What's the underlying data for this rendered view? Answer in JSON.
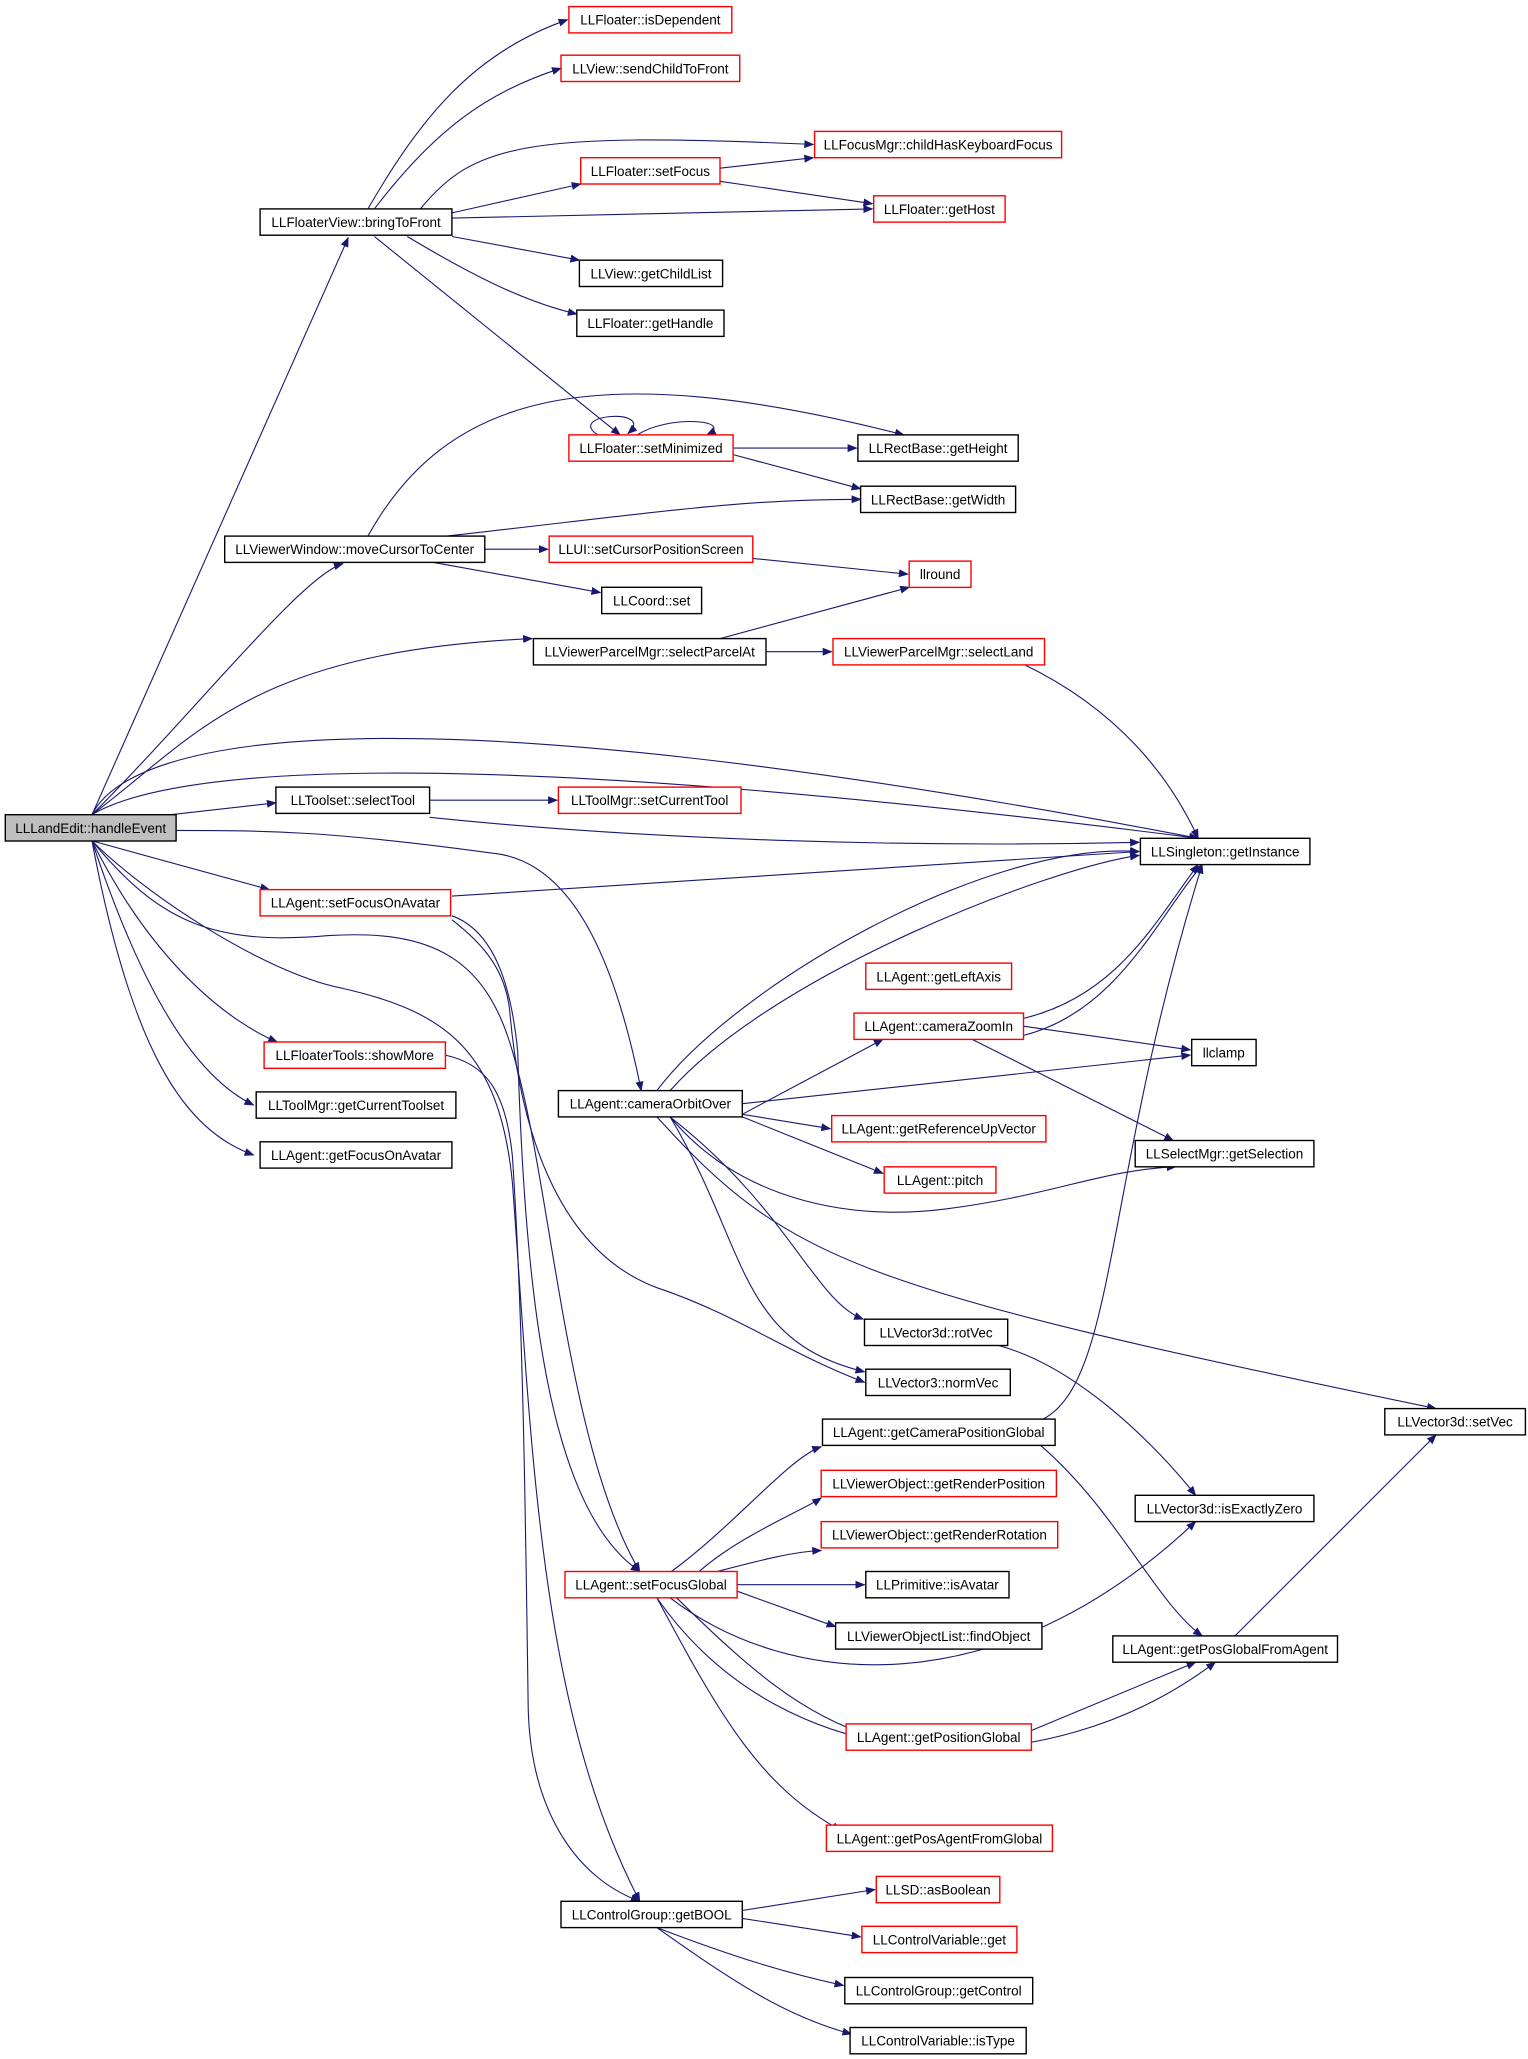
{
  "diagram": {
    "colors": {
      "edge": "#191970",
      "border_documented": "#000000",
      "border_truncated": "#ff0000",
      "root_fill": "#bfbfbf",
      "node_fill": "#ffffff"
    },
    "nodes": [
      {
        "id": "handleEvent",
        "label": "LLLandEdit::handleEvent",
        "kind": "root"
      },
      {
        "id": "bringToFront",
        "label": "LLFloaterView::bringToFront",
        "kind": "normal"
      },
      {
        "id": "isDependent",
        "label": "LLFloater::isDependent",
        "kind": "truncated"
      },
      {
        "id": "sendChildToFront",
        "label": "LLView::sendChildToFront",
        "kind": "truncated"
      },
      {
        "id": "childHasKeyboardFocus",
        "label": "LLFocusMgr::childHasKeyboardFocus",
        "kind": "truncated"
      },
      {
        "id": "setFocus",
        "label": "LLFloater::setFocus",
        "kind": "truncated"
      },
      {
        "id": "getHost",
        "label": "LLFloater::getHost",
        "kind": "truncated"
      },
      {
        "id": "getChildList",
        "label": "LLView::getChildList",
        "kind": "normal"
      },
      {
        "id": "getHandle",
        "label": "LLFloater::getHandle",
        "kind": "normal"
      },
      {
        "id": "setMinimized",
        "label": "LLFloater::setMinimized",
        "kind": "truncated"
      },
      {
        "id": "getHeight",
        "label": "LLRectBase::getHeight",
        "kind": "normal"
      },
      {
        "id": "getWidth",
        "label": "LLRectBase::getWidth",
        "kind": "normal"
      },
      {
        "id": "moveCursorToCenter",
        "label": "LLViewerWindow::moveCursorToCenter",
        "kind": "normal"
      },
      {
        "id": "setCursorPositionScreen",
        "label": "LLUI::setCursorPositionScreen",
        "kind": "truncated"
      },
      {
        "id": "llround",
        "label": "llround",
        "kind": "truncated"
      },
      {
        "id": "coordSet",
        "label": "LLCoord::set",
        "kind": "normal"
      },
      {
        "id": "selectParcelAt",
        "label": "LLViewerParcelMgr::selectParcelAt",
        "kind": "normal"
      },
      {
        "id": "selectLand",
        "label": "LLViewerParcelMgr::selectLand",
        "kind": "truncated"
      },
      {
        "id": "selectTool",
        "label": "LLToolset::selectTool",
        "kind": "normal"
      },
      {
        "id": "setCurrentTool",
        "label": "LLToolMgr::setCurrentTool",
        "kind": "truncated"
      },
      {
        "id": "getInstance",
        "label": "LLSingleton::getInstance",
        "kind": "normal"
      },
      {
        "id": "setFocusOnAvatar",
        "label": "LLAgent::setFocusOnAvatar",
        "kind": "truncated"
      },
      {
        "id": "getLeftAxis",
        "label": "LLAgent::getLeftAxis",
        "kind": "truncated"
      },
      {
        "id": "cameraZoomIn",
        "label": "LLAgent::cameraZoomIn",
        "kind": "truncated"
      },
      {
        "id": "llclamp",
        "label": "llclamp",
        "kind": "normal"
      },
      {
        "id": "showMore",
        "label": "LLFloaterTools::showMore",
        "kind": "truncated"
      },
      {
        "id": "cameraOrbitOver",
        "label": "LLAgent::cameraOrbitOver",
        "kind": "normal"
      },
      {
        "id": "getReferenceUpVector",
        "label": "LLAgent::getReferenceUpVector",
        "kind": "truncated"
      },
      {
        "id": "getCurrentToolset",
        "label": "LLToolMgr::getCurrentToolset",
        "kind": "normal"
      },
      {
        "id": "getSelection",
        "label": "LLSelectMgr::getSelection",
        "kind": "normal"
      },
      {
        "id": "getFocusOnAvatar",
        "label": "LLAgent::getFocusOnAvatar",
        "kind": "normal"
      },
      {
        "id": "pitch",
        "label": "LLAgent::pitch",
        "kind": "truncated"
      },
      {
        "id": "rotVec",
        "label": "LLVector3d::rotVec",
        "kind": "normal"
      },
      {
        "id": "normVec",
        "label": "LLVector3::normVec",
        "kind": "normal"
      },
      {
        "id": "getCameraPositionGlobal",
        "label": "LLAgent::getCameraPositionGlobal",
        "kind": "normal"
      },
      {
        "id": "setVec",
        "label": "LLVector3d::setVec",
        "kind": "normal"
      },
      {
        "id": "getRenderPosition",
        "label": "LLViewerObject::getRenderPosition",
        "kind": "truncated"
      },
      {
        "id": "isExactlyZero",
        "label": "LLVector3d::isExactlyZero",
        "kind": "normal"
      },
      {
        "id": "getRenderRotation",
        "label": "LLViewerObject::getRenderRotation",
        "kind": "truncated"
      },
      {
        "id": "setFocusGlobal",
        "label": "LLAgent::setFocusGlobal",
        "kind": "truncated"
      },
      {
        "id": "isAvatar",
        "label": "LLPrimitive::isAvatar",
        "kind": "normal"
      },
      {
        "id": "findObject",
        "label": "LLViewerObjectList::findObject",
        "kind": "normal"
      },
      {
        "id": "getPosGlobalFromAgent",
        "label": "LLAgent::getPosGlobalFromAgent",
        "kind": "normal"
      },
      {
        "id": "getPositionGlobal",
        "label": "LLAgent::getPositionGlobal",
        "kind": "truncated"
      },
      {
        "id": "getPosAgentFromGlobal",
        "label": "LLAgent::getPosAgentFromGlobal",
        "kind": "truncated"
      },
      {
        "id": "asBoolean",
        "label": "LLSD::asBoolean",
        "kind": "truncated"
      },
      {
        "id": "getBOOL",
        "label": "LLControlGroup::getBOOL",
        "kind": "normal"
      },
      {
        "id": "controlVariableGet",
        "label": "LLControlVariable::get",
        "kind": "truncated"
      },
      {
        "id": "getControl",
        "label": "LLControlGroup::getControl",
        "kind": "normal"
      },
      {
        "id": "isType",
        "label": "LLControlVariable::isType",
        "kind": "normal"
      }
    ]
  }
}
